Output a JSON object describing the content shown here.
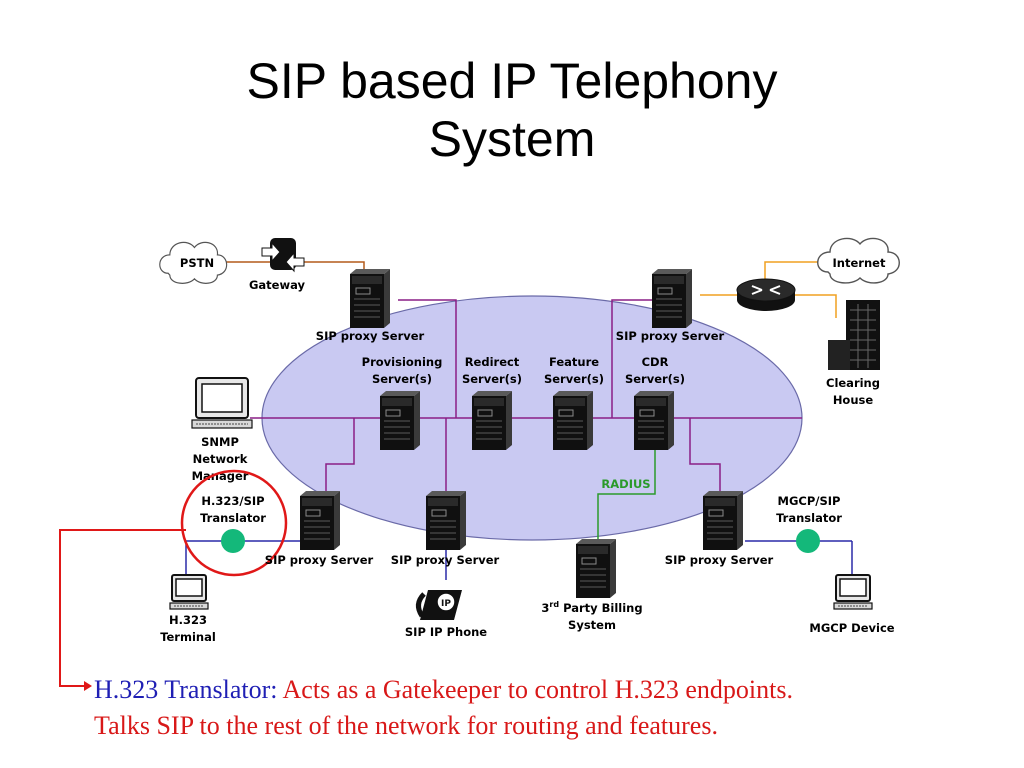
{
  "title": {
    "line1": "SIP based IP Telephony",
    "line2": "System"
  },
  "nodes": {
    "pstn": "PSTN",
    "gateway": "Gateway",
    "internet": "Internet",
    "clearing_house": [
      "Clearing",
      "House"
    ],
    "snmp": [
      "SNMP",
      "Network",
      "Manager"
    ],
    "h323_sip_translator": [
      "H.323/SIP",
      "Translator"
    ],
    "h323_terminal": [
      "H.323",
      "Terminal"
    ],
    "sip_proxy_top_left": "SIP proxy Server",
    "sip_proxy_top_right": "SIP proxy Server",
    "provisioning": [
      "Provisioning",
      "Server(s)"
    ],
    "redirect": [
      "Redirect",
      "Server(s)"
    ],
    "feature": [
      "Feature",
      "Server(s)"
    ],
    "cdr": [
      "CDR",
      "Server(s)"
    ],
    "radius": "RADIUS",
    "sip_proxy_bottom_1": "SIP proxy Server",
    "sip_proxy_bottom_2": "SIP proxy Server",
    "sip_proxy_bottom_3": "SIP proxy Server",
    "sip_ip_phone": "SIP IP Phone",
    "ip_badge": "IP",
    "billing": {
      "prefix": "3",
      "sup": "rd",
      "rest": " Party Billing",
      "line2": "System"
    },
    "mgcp_sip_translator": [
      "MGCP/SIP",
      "Translator"
    ],
    "mgcp_device": "MGCP Device"
  },
  "caption": {
    "term": "H.323 Translator:",
    "line1_rest": " Acts as a Gatekeeper to control H.323 endpoints.",
    "line2": "Talks SIP to the rest of the network for routing and features."
  },
  "colors": {
    "ellipse": "#c9c9f2",
    "backbone": "#8a1f86",
    "trunk": "#b35a1a",
    "internet_link": "#f0a020",
    "radius": "#2a9a2a",
    "lan": "#2a2aa8",
    "translator": "#14b87a",
    "highlight": "#e01818"
  }
}
